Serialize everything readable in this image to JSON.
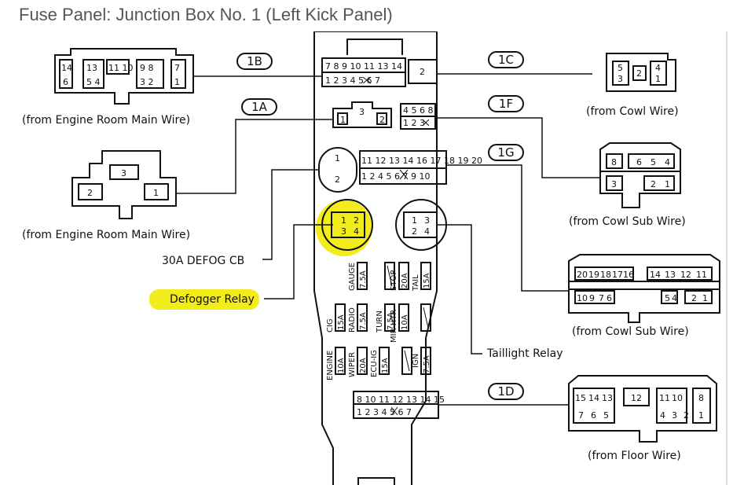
{
  "page_title": "Fuse Panel: Junction Box No. 1 (Left Kick Panel)",
  "connectors": {
    "1B": {
      "tag": "1B",
      "from": "(from Engine Room Main Wire)",
      "pins_top": [
        "14",
        "13",
        "11 10",
        "9 8",
        "7"
      ],
      "pins_bottom": [
        "6",
        "5 4",
        "3 2",
        "1"
      ]
    },
    "1A": {
      "tag": "1A",
      "from": "(from Engine Room Main Wire)",
      "pins": [
        "3",
        "2",
        "1"
      ]
    },
    "1C": {
      "tag": "1C",
      "from": "(from Cowl Wire)",
      "pins": [
        "5",
        "3",
        "2",
        "1",
        "4"
      ]
    },
    "1F": {
      "tag": "1F",
      "from": "(from Cowl Sub Wire)",
      "pins": [
        "8",
        "6",
        "5",
        "4",
        "3",
        "2",
        "1"
      ]
    },
    "1G": {
      "tag": "1G",
      "from": "(from Cowl Sub Wire)",
      "pins_top": [
        "20",
        "19",
        "18",
        "17",
        "16",
        "14",
        "13",
        "12",
        "11"
      ],
      "pins_bottom": [
        "10",
        "9",
        "7",
        "6",
        "5",
        "4",
        "2",
        "1"
      ]
    },
    "1D": {
      "tag": "1D",
      "from": "(from Floor Wire)",
      "pins_top": [
        "15",
        "14",
        "13",
        "12",
        "11",
        "10",
        "8"
      ],
      "pins_bottom": [
        "7",
        "6",
        "5",
        "4",
        "3",
        "2",
        "1"
      ]
    }
  },
  "box_pins": {
    "b_top": "7 8 9 10 11  13 14",
    "b_bot": "1 2 3    4 5 6 7",
    "c": "2",
    "a_top": "3",
    "a_l": "1",
    "a_r": "2",
    "f_top": "4 5 6   8",
    "f_bot": "1 2    3",
    "g_top": "11 12 13 14  16 17 18 19 20",
    "g_bot": "1 2  4 5  6 7  9 10",
    "d_top": "8  10 11 12 13 14 15",
    "d_bot": "1 2 3 4  5 6 7",
    "relay_l": [
      "1",
      "2",
      "3",
      "4"
    ],
    "relay_r": [
      "1",
      "3",
      "2",
      "4"
    ],
    "cb": [
      "1",
      "2"
    ]
  },
  "fuses": [
    {
      "name": "GAUGE",
      "amp": "7.5A"
    },
    {
      "name": "STOP",
      "amp": "20A"
    },
    {
      "name": "TAIL",
      "amp": "15A"
    },
    {
      "name": "CIG",
      "amp": "15A"
    },
    {
      "name": "RADIO",
      "amp": "7.5A"
    },
    {
      "name": "TURN",
      "amp": "7.5A"
    },
    {
      "name": "MIR-HTR",
      "amp": "10A"
    },
    {
      "name": "ENGINE",
      "amp": "10A"
    },
    {
      "name": "WIPER",
      "amp": "20A"
    },
    {
      "name": "ECU-IG",
      "amp": "15A"
    },
    {
      "name": "IGN",
      "amp": "7.5A"
    }
  ],
  "callouts": {
    "defog_cb": "30A DEFOG CB",
    "defogger_relay": "Defogger Relay",
    "taillight_relay": "Taillight Relay"
  },
  "colors": {
    "highlight": "#f2ec1c",
    "ink": "#111111",
    "title": "#555555"
  }
}
